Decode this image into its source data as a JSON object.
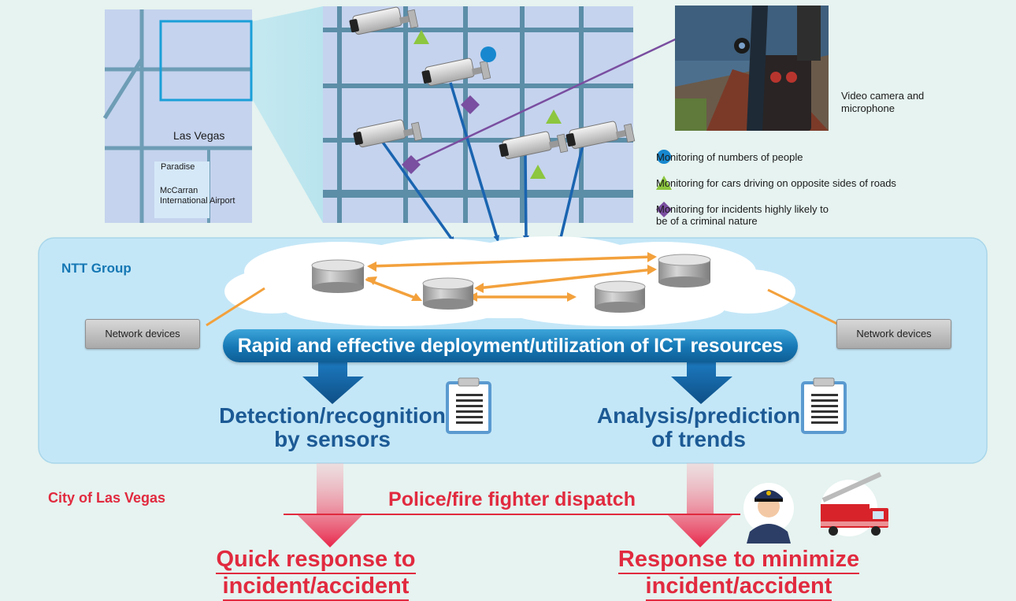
{
  "map": {
    "las_vegas": "Las Vegas",
    "paradise": "Paradise",
    "airport": "McCarran\nInternational Airport"
  },
  "photo_caption": "Video camera and\nmicrophone",
  "legend": [
    {
      "shape": "circle",
      "color": "#1788cf",
      "label": "Monitoring of numbers of people"
    },
    {
      "shape": "triangle",
      "color": "#8dc63f",
      "label": "Monitoring for cars driving on opposite sides of roads"
    },
    {
      "shape": "diamond",
      "color": "#7a4ea0",
      "label": "Monitoring for incidents highly likely to\nbe of a criminal nature"
    }
  ],
  "group_label": "NTT Group",
  "network_devices": [
    "Network devices",
    "Network devices"
  ],
  "banner": "Rapid and effective deployment/utilization of ICT resources",
  "detection": "Detection/recognition\nby sensors",
  "analysis": "Analysis/prediction\nof trends",
  "city_label": "City of Las Vegas",
  "dispatch": "Police/fire fighter dispatch",
  "outcomes": [
    "Quick response to incident/accident",
    "Response to minimize incident/accident"
  ],
  "colors": {
    "panel_bg": "#c4e7f7",
    "page_bg": "#e6f3f0",
    "blue_accent": "#1577b4",
    "orange_arrow": "#f3a13c",
    "red_accent": "#e12a3f",
    "title_blue": "#1c5a95"
  }
}
